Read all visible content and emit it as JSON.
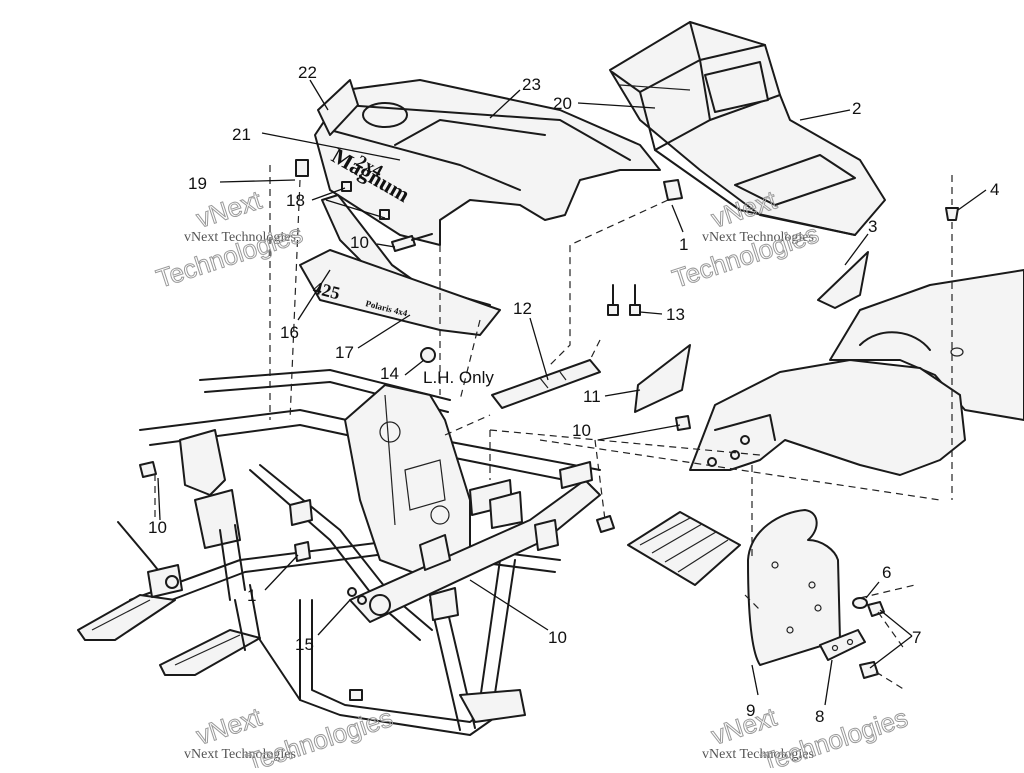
{
  "callouts": [
    {
      "id": "c22",
      "label": "22"
    },
    {
      "id": "c23",
      "label": "23"
    },
    {
      "id": "c20",
      "label": "20"
    },
    {
      "id": "c2",
      "label": "2"
    },
    {
      "id": "c21",
      "label": "21"
    },
    {
      "id": "c19",
      "label": "19"
    },
    {
      "id": "c18",
      "label": "18"
    },
    {
      "id": "c10a",
      "label": "10"
    },
    {
      "id": "c1a",
      "label": "1"
    },
    {
      "id": "c4",
      "label": "4"
    },
    {
      "id": "c3",
      "label": "3"
    },
    {
      "id": "c12",
      "label": "12"
    },
    {
      "id": "c13",
      "label": "13"
    },
    {
      "id": "c16",
      "label": "16"
    },
    {
      "id": "c17",
      "label": "17"
    },
    {
      "id": "c14",
      "label": "14"
    },
    {
      "id": "c11",
      "label": "11"
    },
    {
      "id": "c10b",
      "label": "10"
    },
    {
      "id": "c10c",
      "label": "10"
    },
    {
      "id": "c1b",
      "label": "1"
    },
    {
      "id": "c15",
      "label": "15"
    },
    {
      "id": "c10d",
      "label": "10"
    },
    {
      "id": "c6",
      "label": "6"
    },
    {
      "id": "c7",
      "label": "7"
    },
    {
      "id": "c9",
      "label": "9"
    },
    {
      "id": "c8",
      "label": "8"
    }
  ],
  "note": "L.H. Only",
  "decals": {
    "model_top": "2x4",
    "model_name": "Magnum",
    "engine": "425",
    "engine_sub": "Polaris 4x4"
  },
  "watermark": {
    "line1": "vNext Technologies",
    "line2": "vNext",
    "line3": "Technologies"
  }
}
